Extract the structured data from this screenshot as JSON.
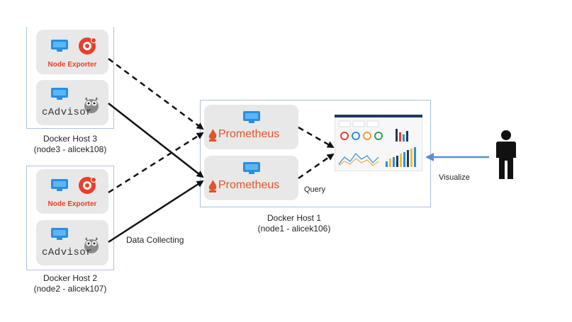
{
  "hosts": {
    "host3": {
      "line1": "Docker Host 3",
      "line2": "(node3 - alicek108)"
    },
    "host2": {
      "line1": "Docker Host 2",
      "line2": "(node2 - alicek107)"
    },
    "host1": {
      "line1": "Docker Host 1",
      "line2": "(node1 - alicek106)"
    }
  },
  "components": {
    "node_exporter": "Node Exporter",
    "cadvisor": "cAdvisor",
    "prometheus": "Prometheus"
  },
  "edge_labels": {
    "query": "Query",
    "data_collecting": "Data Collecting",
    "visualize": "Visualize"
  },
  "colors": {
    "box_border": "#a9c4dd",
    "card_bg": "#e8e8e8",
    "node_exporter": "#e8402b",
    "prometheus": "#e6522c",
    "visualize_arrow": "#5b8fd0"
  },
  "icons": [
    "docker-container-icon",
    "node-exporter-gear-icon",
    "cadvisor-owl-icon",
    "prometheus-flame-icon",
    "grafana-dashboard-icon",
    "user-icon"
  ]
}
